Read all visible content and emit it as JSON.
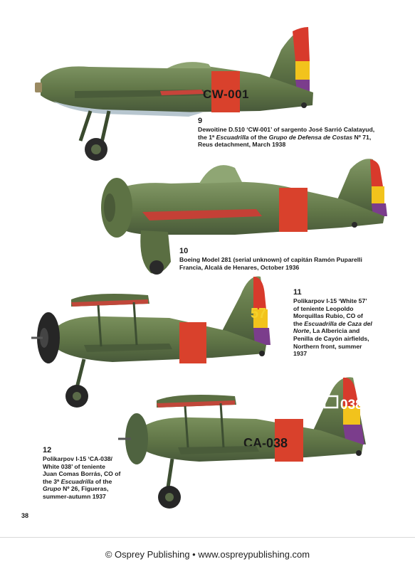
{
  "aircraft": [
    {
      "number": "9",
      "code": "CW-001",
      "caption_lines": [
        {
          "parts": [
            {
              "t": "Dewoitine D.510 ‘CW-001’ of sargento José Sarrió Calatayud,"
            }
          ]
        },
        {
          "parts": [
            {
              "t": "the 1ª "
            },
            {
              "t": "Escuadrilla",
              "i": true
            },
            {
              "t": " of the "
            },
            {
              "t": "Grupo de Defensa de Costas",
              "i": true
            },
            {
              "t": " Nº 71,"
            }
          ]
        },
        {
          "parts": [
            {
              "t": "Reus detachment, March 1938"
            }
          ]
        }
      ]
    },
    {
      "number": "10",
      "code": "",
      "caption_lines": [
        {
          "parts": [
            {
              "t": "Boeing Model 281 (serial unknown) of capitán Ramón Puparelli"
            }
          ]
        },
        {
          "parts": [
            {
              "t": "Francia, Alcalá de Henares, October 1936"
            }
          ]
        }
      ]
    },
    {
      "number": "11",
      "code": "57",
      "caption_lines": [
        {
          "parts": [
            {
              "t": "Polikarpov I-15 ‘White 57’"
            }
          ]
        },
        {
          "parts": [
            {
              "t": "of teniente Leopoldo"
            }
          ]
        },
        {
          "parts": [
            {
              "t": "Morquillas Rubio, CO of"
            }
          ]
        },
        {
          "parts": [
            {
              "t": "the "
            },
            {
              "t": "Escuadrilla de Caza del",
              "i": true
            }
          ]
        },
        {
          "parts": [
            {
              "t": "Norte",
              "i": true
            },
            {
              "t": ", La Albericia and"
            }
          ]
        },
        {
          "parts": [
            {
              "t": "Penilla de Cayón airfields,"
            }
          ]
        },
        {
          "parts": [
            {
              "t": "Northern front, summer"
            }
          ]
        },
        {
          "parts": [
            {
              "t": "1937"
            }
          ]
        }
      ]
    },
    {
      "number": "12",
      "code": "CA-038",
      "tail_code": "038",
      "caption_lines": [
        {
          "parts": [
            {
              "t": "Polikarpov I-15 ‘CA-038/"
            }
          ]
        },
        {
          "parts": [
            {
              "t": "White 038’ of teniente"
            }
          ]
        },
        {
          "parts": [
            {
              "t": "Juan Comas Borrás, CO of"
            }
          ]
        },
        {
          "parts": [
            {
              "t": "the 3ª "
            },
            {
              "t": "Escuadrilla",
              "i": true
            },
            {
              "t": " of the"
            }
          ]
        },
        {
          "parts": [
            {
              "t": "Grupo",
              "i": true
            },
            {
              "t": " Nº 26, Figueras,"
            }
          ]
        },
        {
          "parts": [
            {
              "t": "summer-autumn 1937"
            }
          ]
        }
      ]
    }
  ],
  "page_number": "38",
  "footer": "© Osprey Publishing • www.ospreypublishing.com",
  "colors": {
    "olive_green": "#5f7446",
    "light_blue_underside": "#b7c6cf",
    "band_red": "#d9412c",
    "flag_red": "#d83a2c",
    "flag_yellow": "#f2c31c",
    "flag_purple": "#7b3d8c",
    "code_yellow": "#f4d22c"
  }
}
